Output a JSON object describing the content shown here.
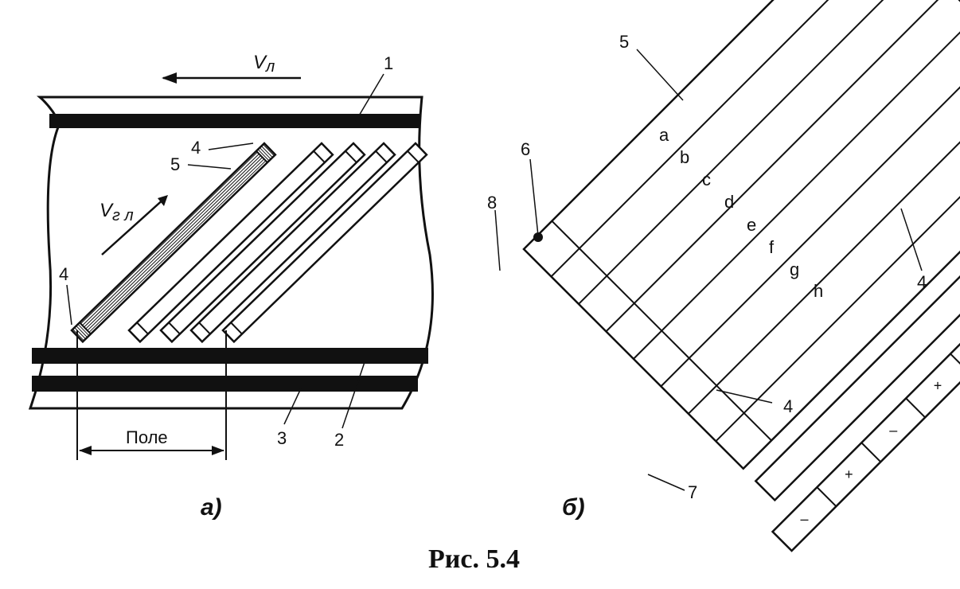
{
  "figure": {
    "caption": "Рис. 5.4",
    "panel_a_label": "а)",
    "panel_b_label": "б)"
  },
  "panel_a": {
    "tape_speed_label": "V",
    "tape_speed_sub": "л",
    "head_speed_label": "V",
    "head_speed_sub": "г л",
    "field_label": "Поле",
    "callouts": {
      "n1": "1",
      "n2": "2",
      "n3": "3",
      "n4_top": "4",
      "n4_left": "4",
      "n5": "5"
    }
  },
  "panel_b": {
    "callouts": {
      "n4_bottom": "4",
      "n4_right": "4",
      "n5": "5",
      "n6": "6",
      "n7": "7",
      "n8": "8"
    },
    "track_letters": [
      "a",
      "b",
      "c",
      "d",
      "e",
      "f",
      "g",
      "h"
    ],
    "control_signs": [
      "–",
      "+",
      "–",
      "+",
      "–",
      "+",
      "–",
      "+"
    ]
  }
}
